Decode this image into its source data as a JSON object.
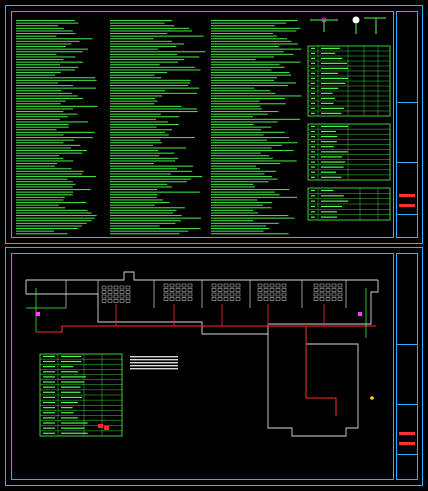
{
  "drawing_set": {
    "sheets": [
      {
        "id": "sheet-1",
        "kind": "notes",
        "title_block": {
          "rows": [
            "",
            "",
            "",
            "",
            "",
            "",
            ""
          ],
          "legible_text": ""
        }
      },
      {
        "id": "sheet-2",
        "kind": "floor-plan",
        "title_block": {
          "rows": [
            "",
            "",
            "",
            "",
            "",
            "",
            ""
          ],
          "legible_text": ""
        },
        "figure_caption": ""
      }
    ]
  },
  "colors": {
    "frame": "#2fb0ff",
    "text": "#4cff4c",
    "pipe": "#ff2a2a",
    "wall": "#d8d8d8",
    "table_line": "#4cff4c",
    "accent_magenta": "#ff40ff",
    "accent_yellow": "#ffe000",
    "background": "#000000"
  },
  "icons": [
    "valve-diagram-icon",
    "fixture-detail-icon"
  ]
}
